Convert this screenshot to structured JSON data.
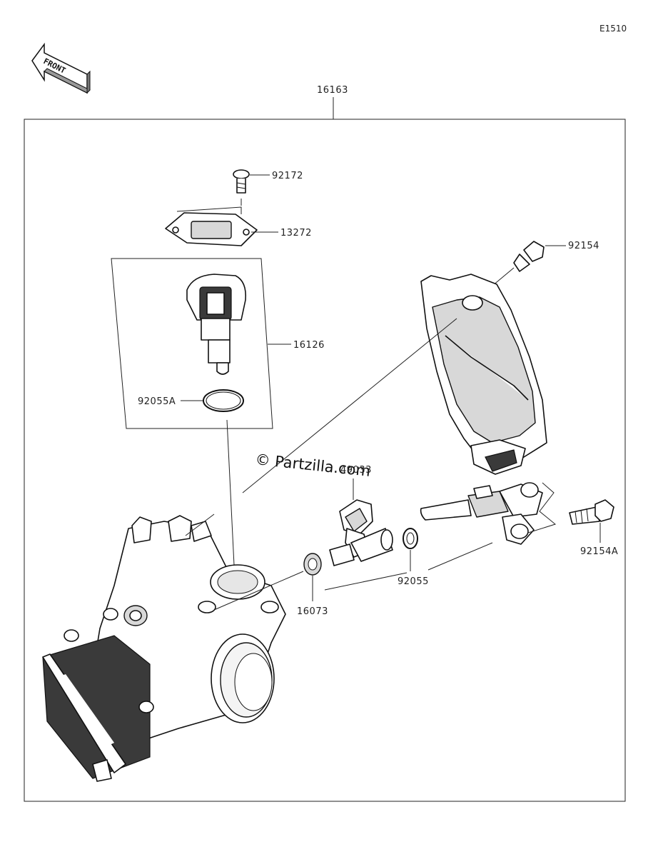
{
  "diagram_code": "E1510",
  "front_arrow": {
    "text": "FRONT",
    "icon": "front-arrow-icon"
  },
  "watermark": "© Partzilla.com",
  "parts": {
    "assembly": "16163",
    "screw": "92172",
    "cover_plate": "13272",
    "sensor": "16126",
    "sensor_oring": "92055A",
    "bolt": "92154",
    "harness_bolt": "92154A",
    "valve": "49033",
    "seal": "16073",
    "oring": "92055"
  }
}
